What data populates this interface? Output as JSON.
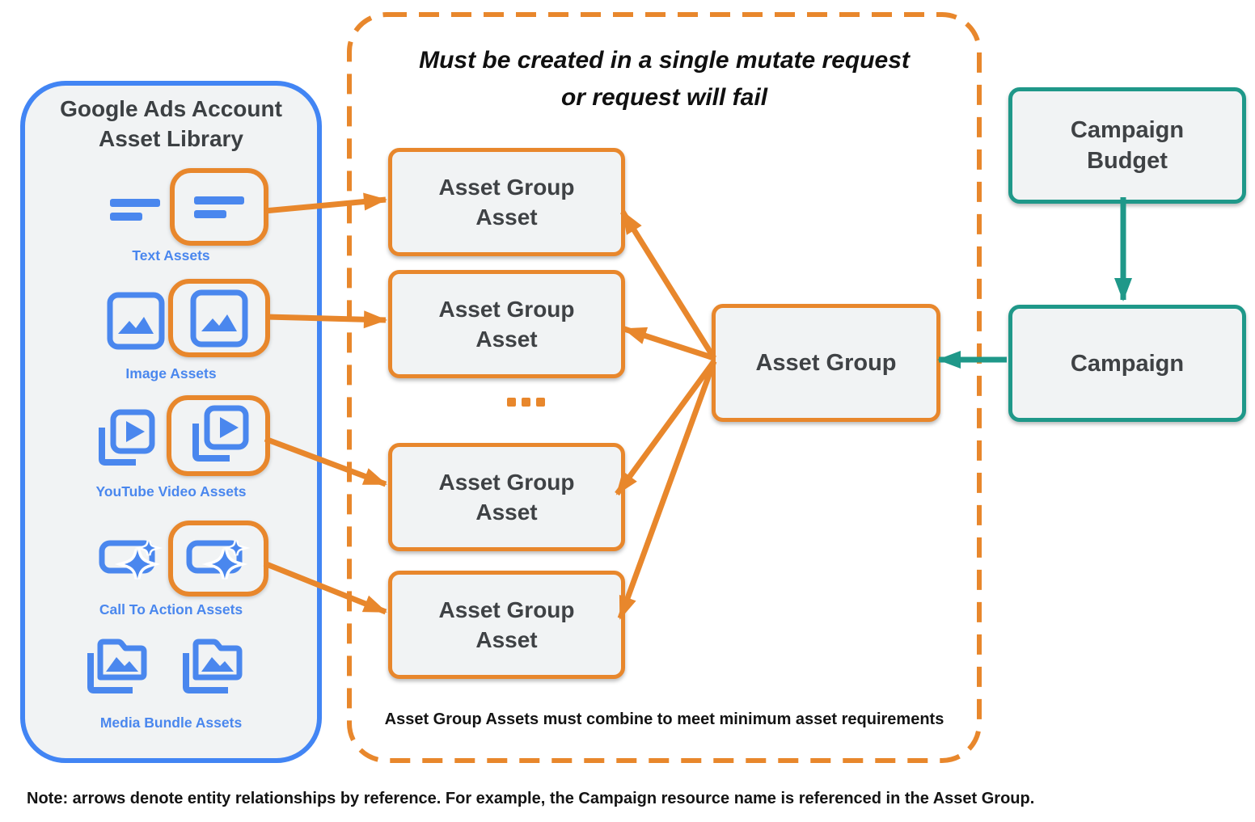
{
  "colors": {
    "orange": "#E8872C",
    "blue": "#4A87EE",
    "panel_border_blue": "#4285F4",
    "teal": "#1F9889",
    "box_fill": "#F1F3F4",
    "dark_text": "#3C4043"
  },
  "library": {
    "title_line1": "Google Ads Account",
    "title_line2": "Asset Library",
    "items": [
      {
        "label": "Text Assets"
      },
      {
        "label": "Image Assets"
      },
      {
        "label": "YouTube Video Assets"
      },
      {
        "label": "Call To Action Assets"
      },
      {
        "label": "Media Bundle Assets"
      }
    ]
  },
  "mutate_panel": {
    "title_line1": "Must be created in a single mutate request",
    "title_line2": "or request will fail",
    "asset_group_asset": {
      "line1": "Asset Group",
      "line2": "Asset"
    },
    "ellipsis": "...",
    "footnote": "Asset Group Assets must combine to meet minimum asset requirements"
  },
  "asset_group": {
    "label": "Asset Group"
  },
  "campaign_budget": {
    "line1": "Campaign",
    "line2": "Budget"
  },
  "campaign": {
    "label": "Campaign"
  },
  "note": "Note: arrows denote entity relationships by reference. For example, the Campaign resource name is referenced in the Asset Group."
}
